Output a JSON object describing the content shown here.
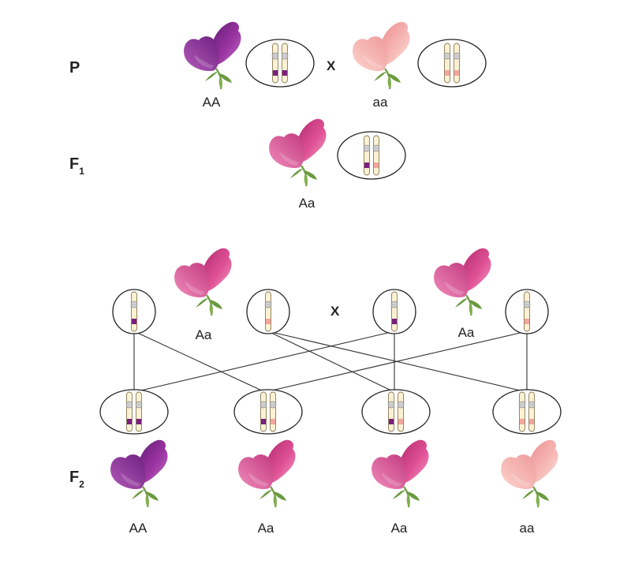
{
  "generations": {
    "p": {
      "letter": "P",
      "sub": ""
    },
    "f1": {
      "letter": "F",
      "sub": "1"
    },
    "f2": {
      "letter": "F",
      "sub": "2"
    }
  },
  "cross_symbol": "X",
  "genotypes": {
    "p_left": "AA",
    "p_right": "aa",
    "f1": "Aa",
    "f1_left_parent": "Aa",
    "f1_right_parent": "Aa",
    "f2_1": "AA",
    "f2_2": "Aa",
    "f2_3": "Aa",
    "f2_4": "aa"
  },
  "colors": {
    "allele_dominant": "#7a1f7e",
    "allele_recessive": "#f2a69c",
    "chromosome": "#fbf1d3",
    "flower_purple": "#8b2b8c",
    "flower_magenta": "#d8488a",
    "flower_pink": "#f3b1ae",
    "leaf": "#6a9a3e"
  },
  "flower_colors": {
    "purple": [
      "#5f1a73",
      "#9a33a0",
      "#c270c6"
    ],
    "magenta": [
      "#b02a6e",
      "#de4f93",
      "#f5a0c8"
    ],
    "pink": [
      "#e98a8e",
      "#f6b6b3",
      "#fbe1dc"
    ]
  }
}
